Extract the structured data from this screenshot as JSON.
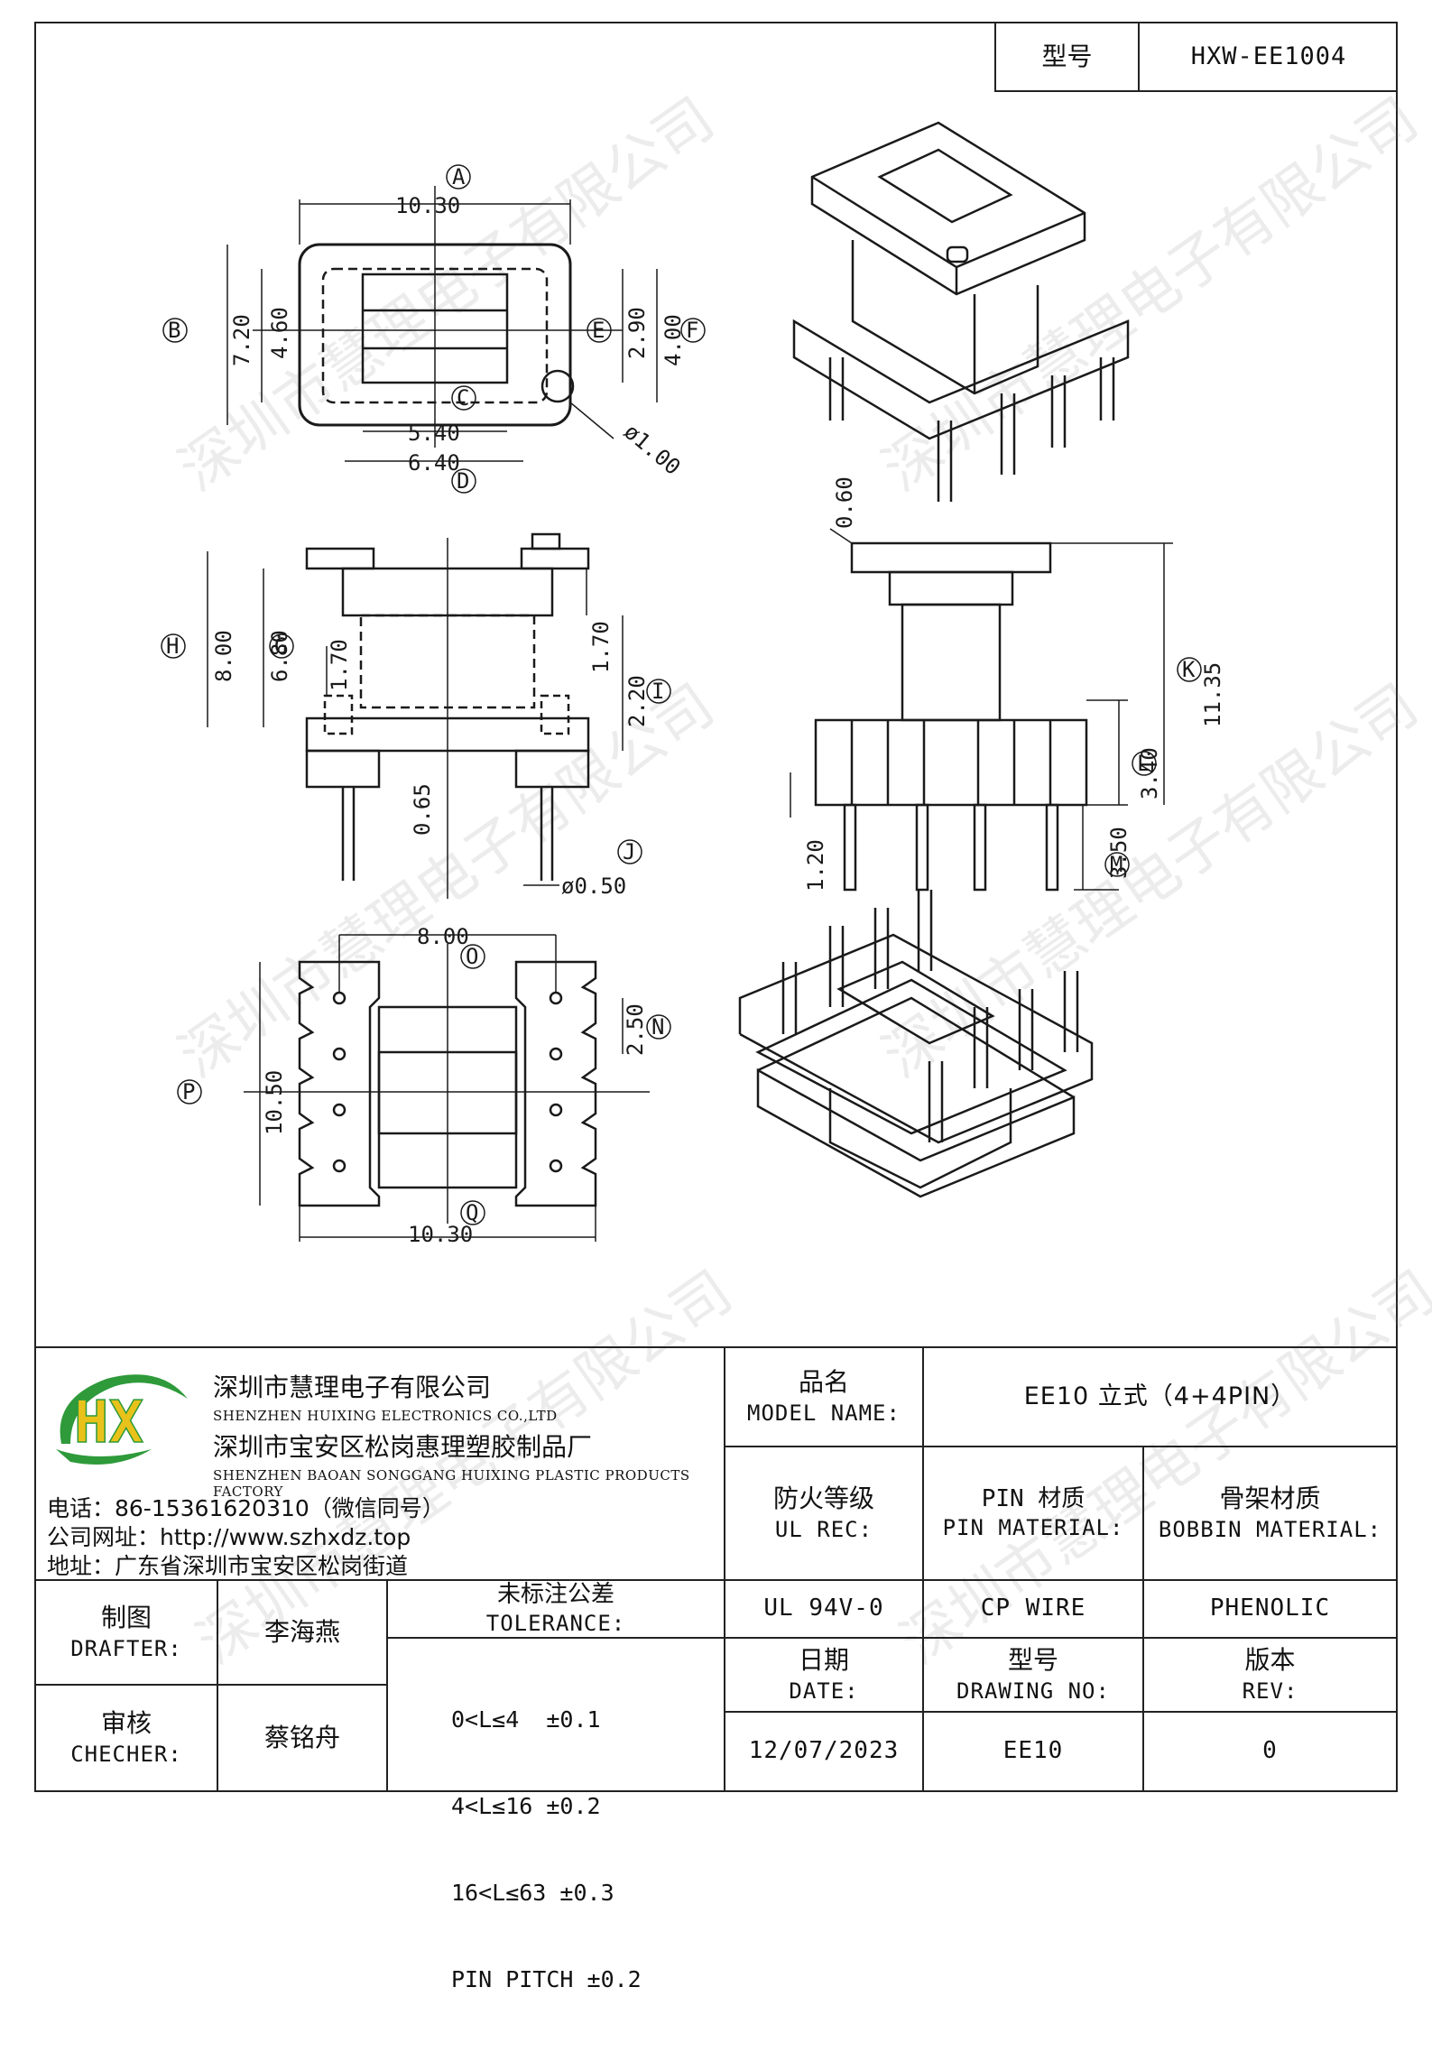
{
  "header": {
    "model_label": "型号",
    "model_value": "HXW-EE1004"
  },
  "dimensions": {
    "A": "A",
    "B": "B",
    "C": "C",
    "D": "D",
    "E": "E",
    "F": "F",
    "G": "G",
    "H": "H",
    "I": "I",
    "J": "J",
    "K": "K",
    "L": "L",
    "M": "M",
    "N": "N",
    "O": "O",
    "P": "P",
    "Q": "Q",
    "top_width": "10.30",
    "top_height": "7.20",
    "inner_height": "4.60",
    "slot_height": "2.90",
    "outer_slot": "4.00",
    "inner_width": "5.40",
    "core_width": "6.40",
    "hole_dia": "ø1.00",
    "side_height": "8.00",
    "side_inner": "6.80",
    "flange_left": "1.70",
    "flange_right": "1.70",
    "base_step": "2.20",
    "pin_offset": "0.65",
    "pin_dia": "ø0.50",
    "front_top": "0.60",
    "front_total": "11.35",
    "front_base": "3.40",
    "pin_length": "3.50",
    "pin_stub": "1.20",
    "bottom_width": "8.00",
    "pin_pitch": "2.50",
    "bottom_height": "10.50",
    "bottom_total": "10.30"
  },
  "company": {
    "name_cn": "深圳市慧理电子有限公司",
    "name_en": "SHENZHEN HUIXING ELECTRONICS CO.,LTD",
    "factory_cn": "深圳市宝安区松岗惠理塑胶制品厂",
    "factory_en": "SHENZHEN BAOAN SONGGANG HUIXING PLASTIC PRODUCTS FACTORY",
    "phone": "电话：86-15361620310（微信同号）",
    "website": "公司网址：http://www.szhxdz.top",
    "address": "地址：广东省深圳市宝安区松岗街道",
    "logo_text": "HX"
  },
  "watermark": "深圳市慧理电子有限公司",
  "title_block": {
    "model_name_cn": "品名",
    "model_name_en": "MODEL NAME:",
    "model_name_value": "EE10 立式（4+4PIN）",
    "ul_cn": "防火等级",
    "ul_en": "UL REC:",
    "pin_cn": "PIN 材质",
    "pin_en": "PIN MATERIAL:",
    "bobbin_cn": "骨架材质",
    "bobbin_en": "BOBBIN MATERIAL:",
    "ul_value": "UL 94V-0",
    "pin_value": "CP WIRE",
    "bobbin_value": "PHENOLIC",
    "date_cn": "日期",
    "date_en": "DATE:",
    "drawing_cn": "型号",
    "drawing_en": "DRAWING NO:",
    "rev_cn": "版本",
    "rev_en": "REV:",
    "date_value": "12/07/2023",
    "drawing_value": "EE10",
    "rev_value": "0",
    "drafter_cn": "制图",
    "drafter_en": "DRAFTER:",
    "drafter_name": "李海燕",
    "checker_cn": "审核",
    "checker_en": "CHECHER:",
    "checker_name": "蔡铭舟",
    "tolerance_cn": "未标注公差",
    "tolerance_en": "TOLERANCE:",
    "tol_1": "0<L≤4  ±0.1",
    "tol_2": "4<L≤16 ±0.2",
    "tol_3": "16<L≤63 ±0.3",
    "tol_4": "PIN PITCH ±0.2"
  },
  "colors": {
    "logo_green": "#2e9a3a",
    "logo_yellow": "#e8c21a",
    "line": "#222222"
  }
}
